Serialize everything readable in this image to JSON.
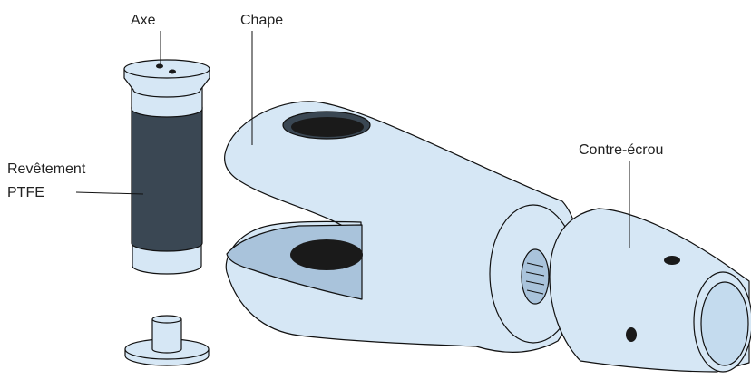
{
  "labels": {
    "axe": "Axe",
    "chape": "Chape",
    "revetement_line1": "Revêtement",
    "revetement_line2": "PTFE",
    "contre_ecrou": "Contre-écrou"
  },
  "colors": {
    "part_fill": "#d6e7f5",
    "inner_fill": "#a9c3db",
    "coating_fill": "#3a4753",
    "hole_fill": "#1a1a1a",
    "outline": "#111111",
    "text": "#222222"
  }
}
